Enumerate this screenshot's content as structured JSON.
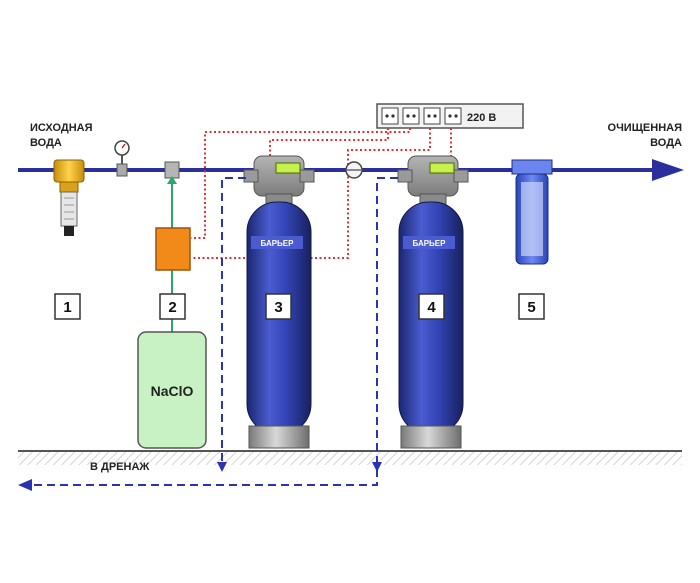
{
  "labels": {
    "source_water_line1": "ИСХОДНАЯ",
    "source_water_line2": "ВОДА",
    "clean_water_line1": "ОЧИЩЕННАЯ",
    "clean_water_line2": "ВОДА",
    "power": "220 В",
    "drain": "В ДРЕНАЖ",
    "reagent": "NaClO",
    "brand": "БАРЬЕР"
  },
  "components": [
    {
      "number": "1"
    },
    {
      "number": "2"
    },
    {
      "number": "3"
    },
    {
      "number": "4"
    },
    {
      "number": "5"
    }
  ],
  "colors": {
    "pipe": "#2b2f9e",
    "drain_line": "#2a33b0",
    "power_line": "#e53030",
    "dosing_line": "#2aa86a",
    "tank": "#2f3fa8",
    "prefilter_housing": "#f0b21a",
    "pump": "#f28a1a",
    "reagent_tank": "#c9f2c4",
    "cartridge": "#3f5fd6"
  }
}
